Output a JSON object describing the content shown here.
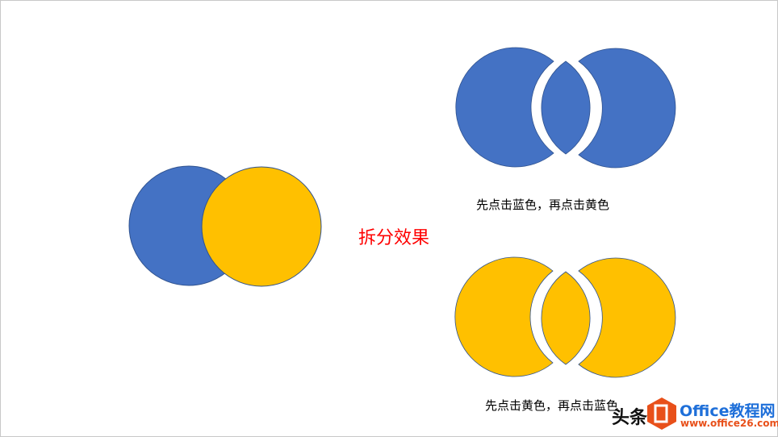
{
  "colors": {
    "blue": "#4472C4",
    "yellow": "#FFC000",
    "outline": "#2F528F",
    "title": "#FF0000",
    "watermark_orange": "#E8501A",
    "watermark_blue": "#1E6FD9"
  },
  "title": "拆分效果",
  "caption_top": "先点击蓝色，再点击黄色",
  "caption_bottom": "先点击黄色，再点击蓝色",
  "watermark": {
    "prefix": "头条",
    "site_name": "Office教程网",
    "url": "www.office26.com",
    "icon": "office-logo-icon"
  }
}
